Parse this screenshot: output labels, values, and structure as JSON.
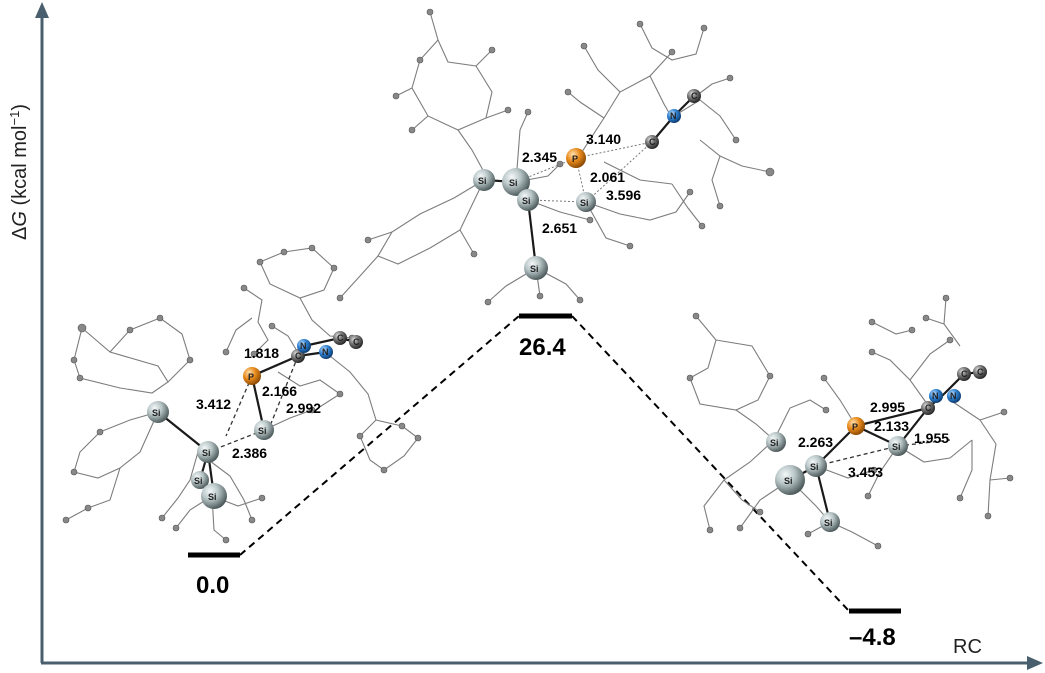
{
  "axes": {
    "y_label_prefix": "Δ",
    "y_label_var": "G",
    "y_label_unit": " (kcal mol",
    "y_label_exp": "−1",
    "y_label_close": ")",
    "x_label": "RC"
  },
  "energies": {
    "reactant": "0.0",
    "ts": "26.4",
    "product": "–4.8"
  },
  "atoms": {
    "si": "Si",
    "p": "P",
    "n": "N",
    "c": "C"
  },
  "distances": {
    "reactant": {
      "d1": "1.818",
      "d2": "3.412",
      "d3": "2.166",
      "d4": "2.992",
      "d5": "2.386"
    },
    "ts": {
      "d1": "3.140",
      "d2": "2.345",
      "d3": "2.061",
      "d4": "3.596",
      "d5": "2.651"
    },
    "product": {
      "d1": "2.995",
      "d2": "2.133",
      "d3": "2.263",
      "d4": "1.955",
      "d5": "3.453"
    }
  },
  "colors": {
    "axis": "#4a5f6e",
    "silicon": "#b9c6c8",
    "phosphorus": "#e8891a",
    "nitrogen": "#2e7fd0",
    "carbon": "#6f6f6f"
  }
}
